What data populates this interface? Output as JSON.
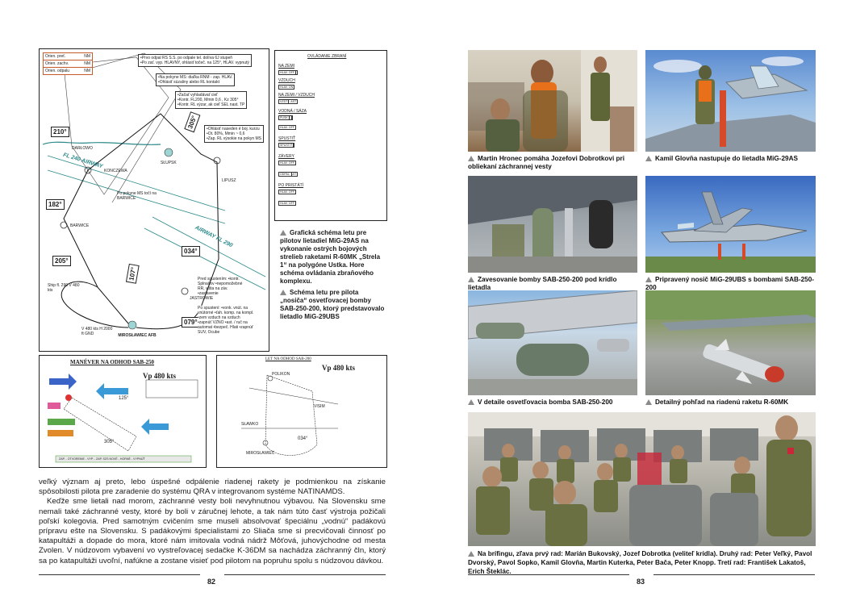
{
  "left_page": {
    "page_number": "82",
    "map": {
      "legend": [
        {
          "label": "Orien. preť.",
          "value": "NM"
        },
        {
          "label": "Orien. zachv.",
          "value": "NM"
        },
        {
          "label": "Orien. odpalu",
          "value": "NM"
        }
      ],
      "notes": [
        "•Prvo odpal RS S.S. po odpale tel. dolíva 6J stupeň",
        "•Po zať. vyp. HLAVNY, ohlásiť točeč. na 125°, HLAV. vypnutý",
        "•Na pokyne MS: diaľka RNM - zap. HLAV.",
        "•Ohlásiť súzaliny alebo RL kontakt",
        "•Začať vyhladávať cieľ",
        "•Kontr. FL200, Mmin 0,6 , Kz 305°",
        "•Kontr. RL výzar, ak cieľ SEL nast. TP",
        "•Ohlásiť naseden é boj. kurzu",
        "•Ot. 80%, Mmin ~ 0,6",
        "•Zap. RL výsokie na pokyn MS"
      ],
      "places": [
        "DARŁOWO",
        "KONCZEWA",
        "SŁUPSK",
        "LIPUSZ",
        "BARWICE",
        "JASTROWIE",
        "MIROSŁAWIEC AFB"
      ],
      "airways": [
        "FL 240 AIRWAY",
        "AIRWAY FL 290"
      ],
      "headings": [
        "210°",
        "305°",
        "182°",
        "205°",
        "034°",
        "107°",
        "079°"
      ],
      "side_notes": [
        "Po pokyne MS točí na BARWICE",
        "Pred spustením: •kontr. Splnačov •nepomožebné RR, višta na záv. •zastavenie",
        "Po spustení: •vonk. vnút. na vnútorné •ťah. komp. na kompl. •zem vzduch na vzduch •zapnúť VZNO •ast. / ruč na automat •bezpeč. Hlati •zapnúť SUV, Ocube"
      ],
      "ship_note": "Ship fl. 290 V 480 kts",
      "v_note": "V 480 kts H 2000 ft GND"
    },
    "checklist": {
      "title": "OVLÁDANIE ZBRANÍ",
      "rows": [
        "NA ZEMI",
        "VZDUCH",
        "NA ZEMI / VZDUCH",
        "VODNÁ / SÁZA",
        "SPUSTIŤ",
        "ZÁVERY",
        "PO PRISTÁTÍ"
      ]
    },
    "schema_caption_1": "Grafická schéma letu pre pilotov lietadiel MiG-29AS na vykonanie ostrých bojových strelieb raketami R-60MK „Strela 1“ na polygóne Ustka. Hore schéma ovládania zbraňového komplexu.",
    "schema_caption_2": "Schéma letu pre pilota „nosiča“ osvetľovacej bomby SAB-250-200, ktorý predstavovalo lietadlo MiG-29UBS",
    "maneuver": {
      "title": "MANÉVER NA ODHOD SAB-250",
      "speed": "Vp 480 kts",
      "angle_a": "125°",
      "angle_b": "305°",
      "bottom": "ZAP. - OTVORENIE - VYP. - ZAP. SZS NOVÉ - HORNÉ - VYPNÚŤ"
    },
    "let_scheme": {
      "title": "LET NA ODHOD SAB-200",
      "speed": "Vp 480 kts",
      "labels": [
        "POLIKON",
        "VISIM",
        "SŁAWKO",
        "MIROSŁAWIEC",
        "034°"
      ]
    },
    "body_paragraphs": [
      "veľký význam aj preto, lebo úspešné odpálenie riadenej rakety je podmienkou na získanie spôsobilosti pilota pre zaradenie do systému QRA v integrovanom systéme NATINAMDS.",
      "Keďže sme lietali nad morom, záchranné vesty boli nevyhnutnou výbavou. Na Slovensku sme nemali také záchranné vesty, ktoré by boli v záručnej lehote, a tak nám túto časť výstroja požičali poľskí kolegovia. Pred samotným cvičením sme museli absolvovať špeciálnu „vodnú“ padákovú prípravu ešte na Slovensku. S padákovými špecialistami zo Sliača sme si precvičovali činnosť po katapultáži a dopade do mora, ktoré nám imitovala vodná nádrž Môťová, juhovýchodne od mesta Zvolen. V núdzovom vybavení vo vystreľovacej sedačke K-36DM sa nachádza záchranný čln, ktorý sa po katapultáži uvoľní, nafúkne a zostane visieť pod pilotom na popruhu spolu s núdzovou dávkou."
    ]
  },
  "right_page": {
    "page_number": "83",
    "captions": [
      "Martin Hronec pomáha Jozefovi Dobrotkovi pri obliekaní záchrannej vesty",
      "Kamil Glovňa nastupuje do lietadla MiG-29AS",
      "Zavesovanie bomby SAB-250-200 pod krídlo lietadla",
      "Pripravený nosič MiG-29UBS s bombami SAB-250-200",
      "V detaile osvetľovacia bomba SAB-250-200",
      "Detailný pohľad na riadenú raketu R-60MK",
      "Na brífingu, zľava prvý rad: Marián Bukovský, Jozef Dobrotka (veliteľ krídla). Druhý rad: Peter Veľký, Pavol Dvorský, Pavol Sopko, Kamil Glovňa, Martin Kuterka, Peter Bača, Peter Knopp. Tretí rad: František Lakatoš, Erich Šteklác."
    ]
  },
  "colors": {
    "airway_teal": "#2c8a8a",
    "photo_sky": "#8cb8e0",
    "photo_olive": "#6b7042",
    "caption_triangle": "#8a8a8a"
  }
}
